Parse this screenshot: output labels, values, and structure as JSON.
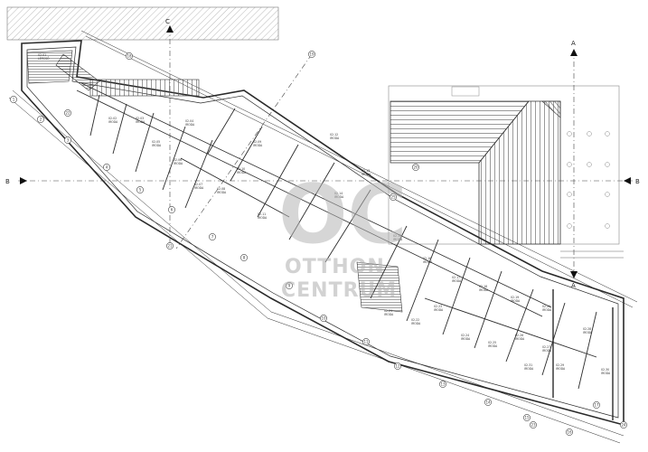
{
  "plan": {
    "rooms": [
      {
        "code": "02.01",
        "name": "LÉPCSŐ"
      },
      {
        "code": "02.02",
        "name": "IRODA"
      },
      {
        "code": "02.03",
        "name": "IRODA"
      },
      {
        "code": "02.04",
        "name": "IRODA"
      },
      {
        "code": "02.05",
        "name": "IRODA"
      },
      {
        "code": "02.06",
        "name": "IRODA"
      },
      {
        "code": "02.07",
        "name": "IRODA"
      },
      {
        "code": "02.08",
        "name": "IRODA"
      },
      {
        "code": "02.09",
        "name": "IRODA"
      },
      {
        "code": "02.10",
        "name": "IRODA"
      },
      {
        "code": "02.11",
        "name": "IRODA"
      },
      {
        "code": "02.12",
        "name": "IRODA"
      },
      {
        "code": "02.13",
        "name": "IRODA"
      },
      {
        "code": "02.14",
        "name": "IRODA"
      },
      {
        "code": "02.15",
        "name": "IRODA"
      },
      {
        "code": "02.16",
        "name": "IRODA"
      },
      {
        "code": "02.17",
        "name": "IRODA"
      },
      {
        "code": "02.18",
        "name": "IRODA"
      },
      {
        "code": "02.19",
        "name": "IRODA"
      },
      {
        "code": "02.20",
        "name": "IRODA"
      },
      {
        "code": "02.21",
        "name": "IRODA"
      },
      {
        "code": "02.22",
        "name": "IRODA"
      },
      {
        "code": "02.23",
        "name": "IRODA"
      },
      {
        "code": "02.24",
        "name": "IRODA"
      },
      {
        "code": "02.25",
        "name": "IRODA"
      },
      {
        "code": "02.26",
        "name": "IRODA"
      },
      {
        "code": "02.27",
        "name": "IRODA"
      },
      {
        "code": "02.28",
        "name": "IRODA"
      },
      {
        "code": "02.29",
        "name": "IRODA"
      },
      {
        "code": "02.30",
        "name": "IRODA"
      },
      {
        "code": "02.31",
        "name": "IRODA"
      }
    ],
    "section_markers": {
      "b_left": "B",
      "b_right": "B",
      "a_top": "A",
      "a_bottom": "A",
      "c_top": "C"
    },
    "axis_numbers": [
      "1",
      "2",
      "3",
      "4",
      "5",
      "6",
      "7",
      "8",
      "9",
      "10",
      "11",
      "12",
      "13",
      "14",
      "15",
      "16",
      "17",
      "18",
      "19",
      "20",
      "21",
      "22",
      "23",
      "24",
      "25"
    ]
  },
  "watermark": {
    "logo": "OC",
    "line1": "OTTHON",
    "line2": "CENTRUM"
  },
  "colors": {
    "line": "#2a2a2a",
    "hatch": "#555555",
    "watermark": "#b5b5b5",
    "background": "#ffffff"
  }
}
